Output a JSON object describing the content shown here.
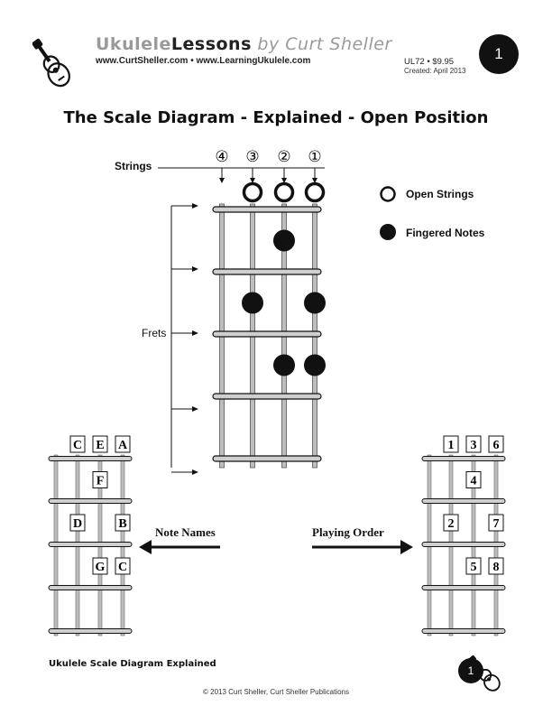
{
  "header": {
    "brand_part1": "Ukulele",
    "brand_part2": "Lessons",
    "brand_part3": " by Curt Sheller",
    "urls": "www.CurtSheller.com • www.LearningUkulele.com",
    "product_code": "UL72 • $9.95",
    "created": "Created: April 2013",
    "page_number": "1"
  },
  "title": "The Scale Diagram - Explained - Open Position",
  "main_diagram": {
    "strings_label": "Strings",
    "frets_label": "Frets",
    "string_numbers": [
      "④",
      "③",
      "②",
      "①"
    ],
    "open_strings": [
      2,
      3,
      4
    ],
    "fingered_notes": [
      {
        "string": 3,
        "fret": 1
      },
      {
        "string": 2,
        "fret": 2
      },
      {
        "string": 4,
        "fret": 2
      },
      {
        "string": 3,
        "fret": 3
      },
      {
        "string": 4,
        "fret": 3
      }
    ]
  },
  "legend": {
    "open_label": "Open Strings",
    "fingered_label": "Fingered Notes"
  },
  "note_names_diagram": {
    "label": "Note Names",
    "boxes": [
      {
        "string": 2,
        "fret": 0,
        "text": "C"
      },
      {
        "string": 3,
        "fret": 0,
        "text": "E"
      },
      {
        "string": 4,
        "fret": 0,
        "text": "A"
      },
      {
        "string": 3,
        "fret": 1,
        "text": "F"
      },
      {
        "string": 2,
        "fret": 2,
        "text": "D"
      },
      {
        "string": 4,
        "fret": 2,
        "text": "B"
      },
      {
        "string": 3,
        "fret": 3,
        "text": "G"
      },
      {
        "string": 4,
        "fret": 3,
        "text": "C"
      }
    ]
  },
  "playing_order_diagram": {
    "label": "Playing Order",
    "boxes": [
      {
        "string": 2,
        "fret": 0,
        "text": "1"
      },
      {
        "string": 3,
        "fret": 0,
        "text": "3"
      },
      {
        "string": 4,
        "fret": 0,
        "text": "6"
      },
      {
        "string": 3,
        "fret": 1,
        "text": "4"
      },
      {
        "string": 2,
        "fret": 2,
        "text": "2"
      },
      {
        "string": 4,
        "fret": 2,
        "text": "7"
      },
      {
        "string": 3,
        "fret": 3,
        "text": "5"
      },
      {
        "string": 4,
        "fret": 3,
        "text": "8"
      }
    ]
  },
  "footer": {
    "left": "Ukulele Scale Diagram Explained",
    "copyright": "© 2013 Curt Sheller, Curt Sheller Publications",
    "page_number": "1"
  }
}
